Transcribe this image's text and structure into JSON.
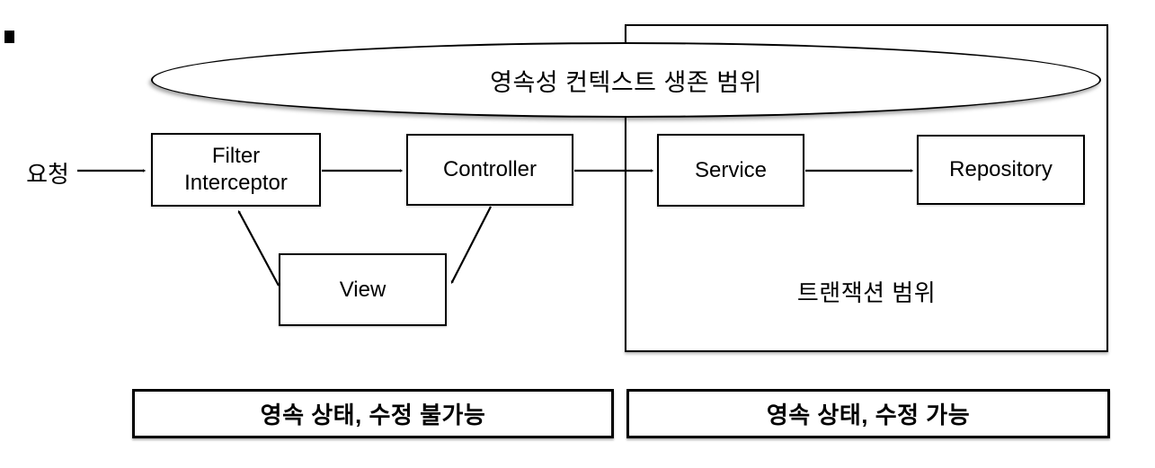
{
  "diagram": {
    "title": "영속성 컨텍스트 생존 범위",
    "request_label": "요청",
    "nodes": {
      "filter_line1": "Filter",
      "filter_line2": "Interceptor",
      "controller": "Controller",
      "service": "Service",
      "repository": "Repository",
      "view": "View"
    },
    "transaction_label": "트랜잭션 범위",
    "footer": {
      "left_label": "영속 상태, 수정 불가능",
      "right_label": "영속 상태, 수정 가능"
    },
    "colors": {
      "stroke": "#000000",
      "background": "#ffffff"
    }
  }
}
